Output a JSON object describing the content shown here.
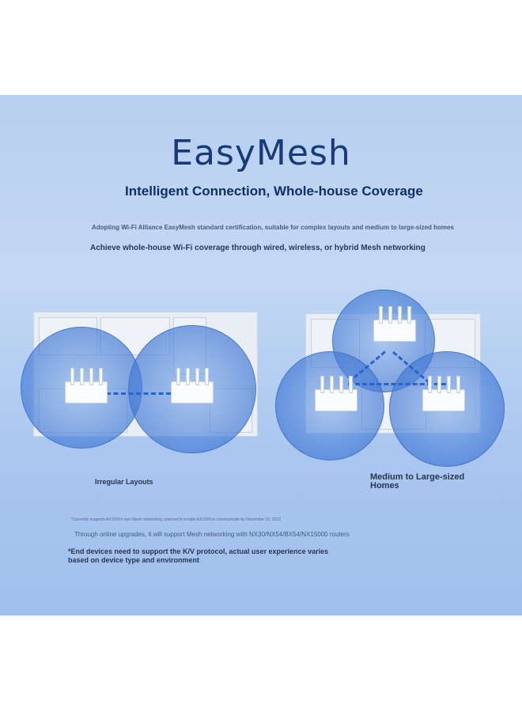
{
  "header": {
    "title": "EasyMesh",
    "subtitle": "Intelligent Connection, Whole-house Coverage"
  },
  "intro": {
    "line1": "Adopting Wi-Fi Alliance EasyMesh standard certification, suitable for complex layouts and medium to large-sized homes",
    "line2": "Achieve whole-house Wi-Fi coverage through wired, wireless, or hybrid Mesh networking"
  },
  "scenarios": {
    "left_label": "Irregular Layouts",
    "right_label": "Medium to Large-sized Homes"
  },
  "notes": {
    "note1": "*Currently supports AX1500's own Mesh networking, planned to enable AX1500 to communicate by November 15, 2022",
    "note2": "Through online upgrades, it will support Mesh networking with NX30/NX54/BX54/NX15000 routers",
    "note3": "*End devices need to support the K/V protocol, actual user experience varies based on device type and environment"
  },
  "colors": {
    "title": "#173a78",
    "coverage": "#4a7fd6",
    "link": "#2a64c8"
  },
  "icons": [
    "router-icon",
    "floorplan-icon"
  ]
}
